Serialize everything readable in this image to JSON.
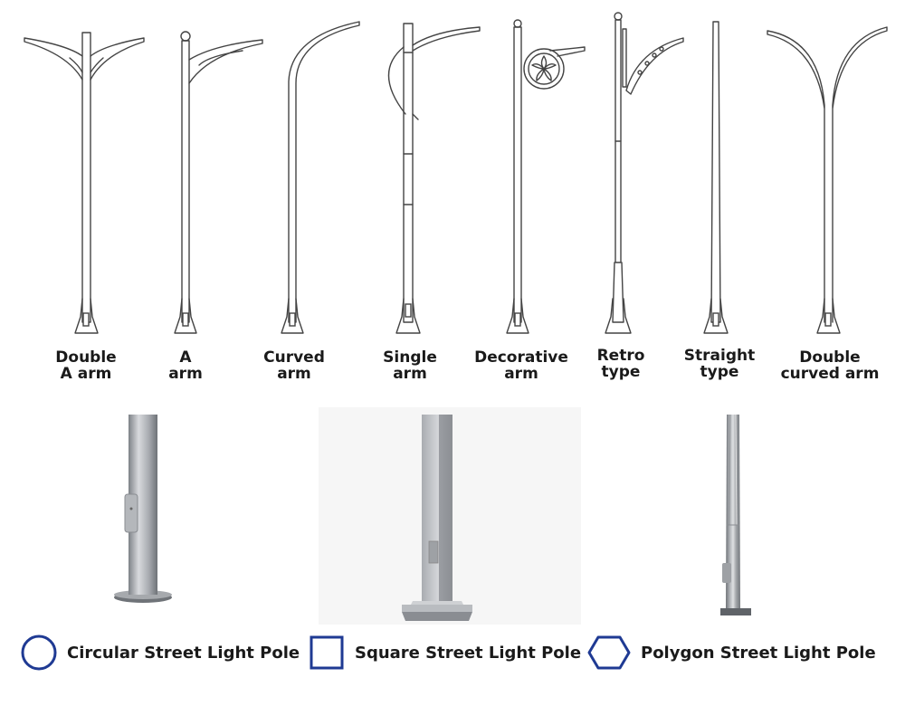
{
  "pole_types": [
    {
      "id": "double-a-arm",
      "line1": "Double",
      "line2": "A arm"
    },
    {
      "id": "a-arm",
      "line1": "A",
      "line2": "arm"
    },
    {
      "id": "curved-arm",
      "line1": "Curved",
      "line2": "arm"
    },
    {
      "id": "single-arm",
      "line1": "Single",
      "line2": "arm"
    },
    {
      "id": "decorative-arm",
      "line1": "Decorative",
      "line2": "arm"
    },
    {
      "id": "retro-type",
      "line1": "Retro",
      "line2": "type"
    },
    {
      "id": "straight-type",
      "line1": "Straight",
      "line2": "type"
    },
    {
      "id": "double-curved-arm",
      "line1": "Double",
      "line2": "curved arm"
    }
  ],
  "legend": {
    "circular": {
      "label": "Circular Street Light Pole",
      "icon": "circle-icon"
    },
    "square": {
      "label": "Square Street Light Pole",
      "icon": "square-icon"
    },
    "polygon": {
      "label": "Polygon Street Light Pole",
      "icon": "hexagon-icon"
    }
  },
  "colors": {
    "accent": "#1f3a93",
    "outline": "#444444",
    "steel_light": "#d4d6d9",
    "steel_dark": "#8a8d92"
  }
}
